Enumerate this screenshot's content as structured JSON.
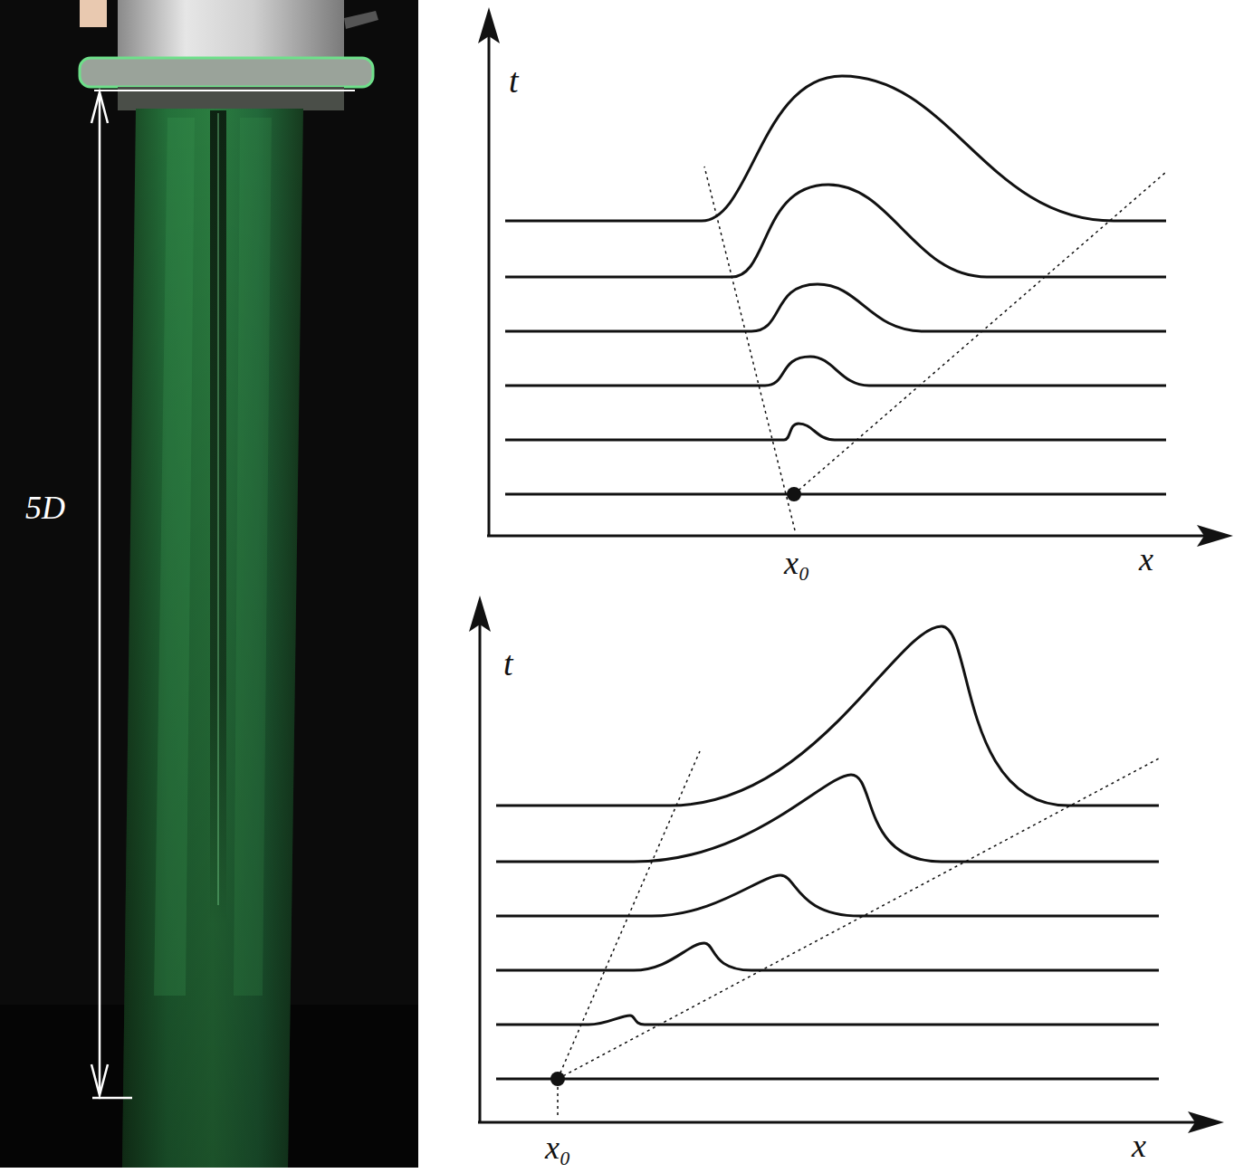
{
  "diagram": {
    "labels": [
      "5D",
      "t",
      "x₀",
      "x",
      "t",
      "x₀",
      "x"
    ]
  }
}
